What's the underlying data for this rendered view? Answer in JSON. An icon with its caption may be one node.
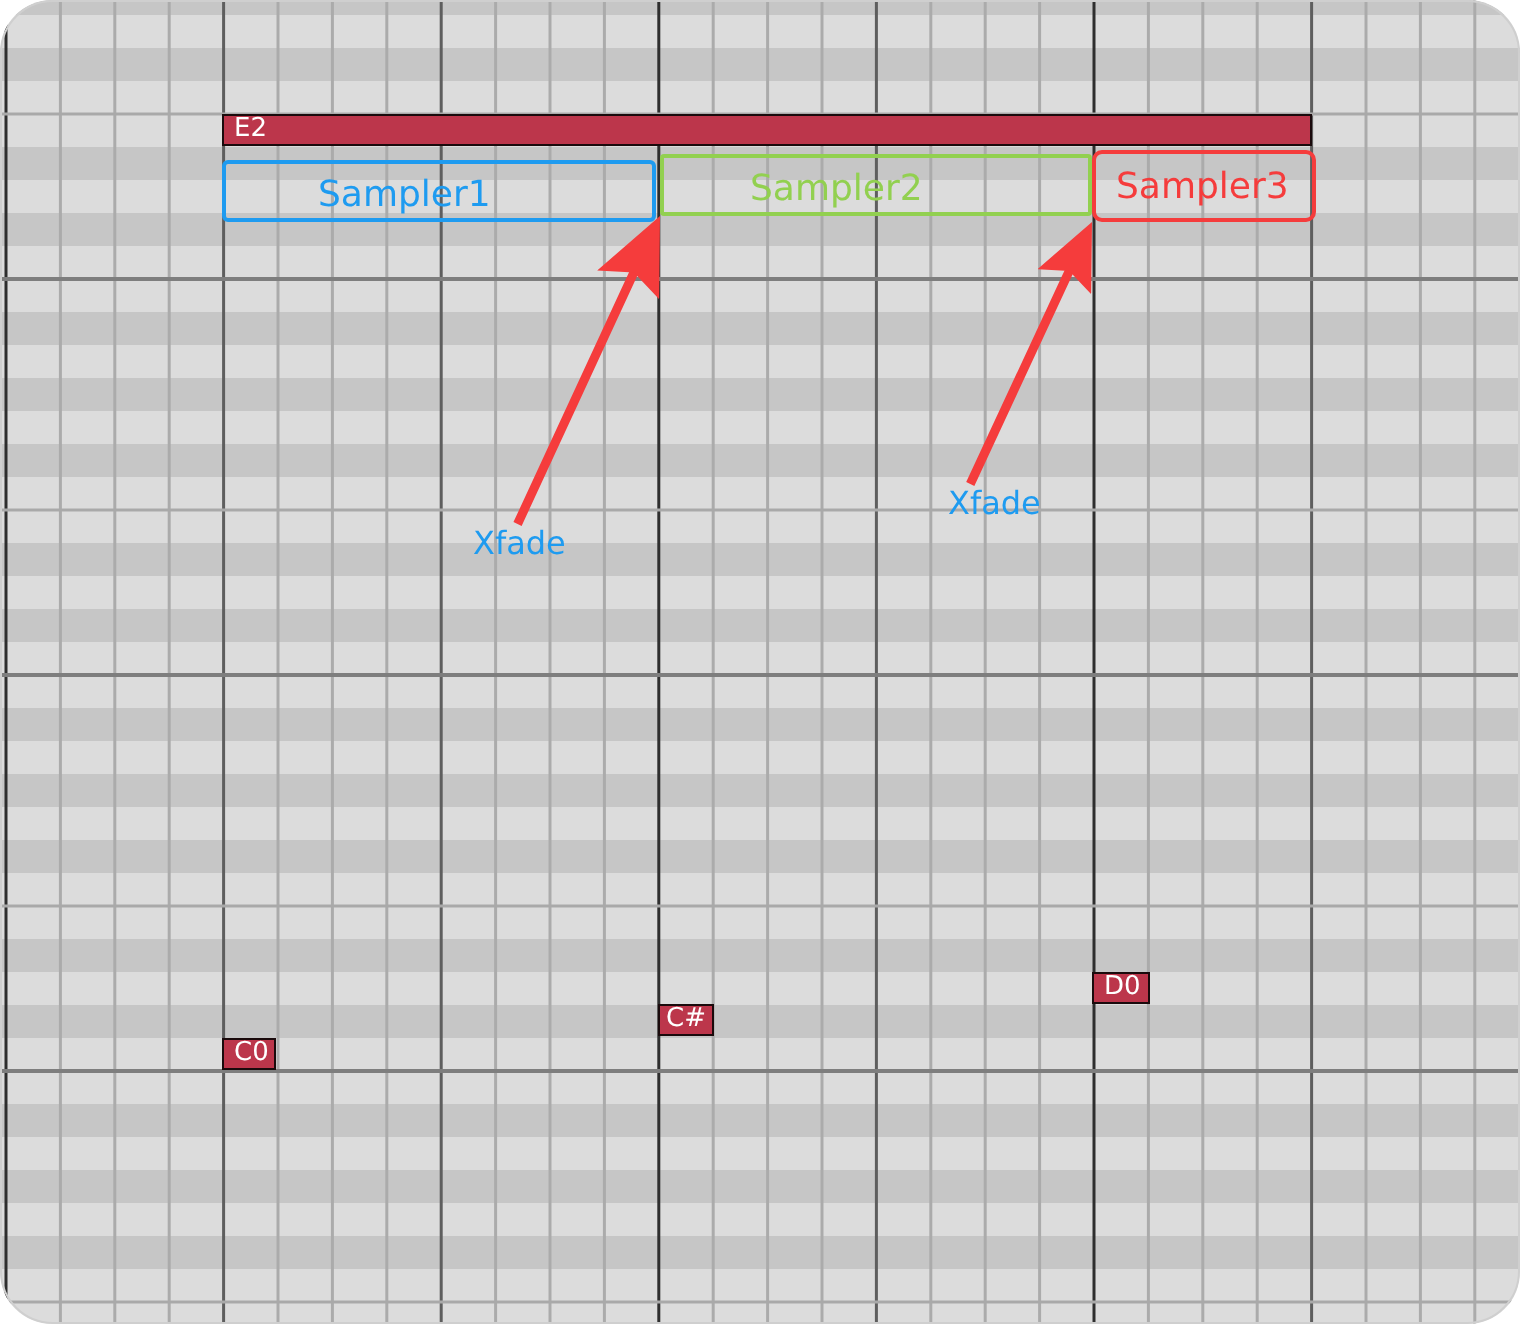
{
  "diagram": {
    "nodes": [
      {
        "text": [
          "E2"
        ]
      },
      {
        "text": [
          "Sampler1"
        ]
      },
      {
        "text": [
          "Sampler2"
        ]
      },
      {
        "text": [
          "Sampler3"
        ]
      },
      {
        "text": [
          "Xfade"
        ]
      },
      {
        "text": [
          "Xfade"
        ]
      },
      {
        "text": [
          "D0"
        ]
      },
      {
        "text": [
          "C#"
        ]
      },
      {
        "text": [
          "C0"
        ]
      }
    ],
    "edges": [
      {
        "from": 4,
        "to": 2,
        "arrow": "to"
      },
      {
        "from": 5,
        "to": 3,
        "arrow": "to"
      }
    ]
  }
}
